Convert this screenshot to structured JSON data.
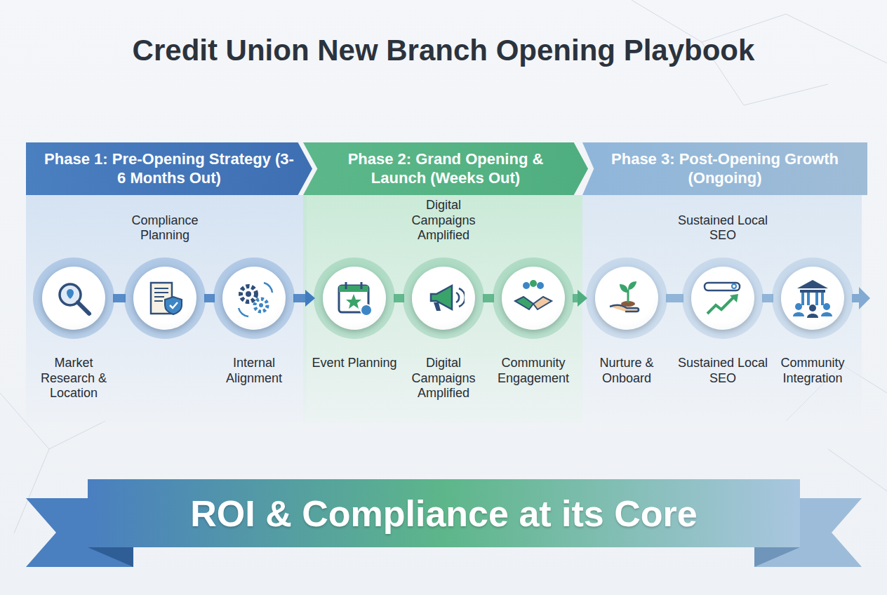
{
  "diagram": {
    "title": "Credit Union New Branch Opening Playbook",
    "nodes": [
      {
        "text": [
          "Phase 1: Pre-Opening Strategy (3-6 Months Out)"
        ]
      },
      {
        "text": [
          "Market Research & Location"
        ],
        "in": 0
      },
      {
        "text": [
          "Compliance Planning"
        ],
        "in": 0
      },
      {
        "text": [
          "Internal Alignment"
        ],
        "in": 0
      },
      {
        "text": [
          "Phase 2: Grand Opening & Launch (Weeks Out)"
        ]
      },
      {
        "text": [
          "Event Planning"
        ],
        "in": 4
      },
      {
        "text": [
          "Digital Campaigns Amplified",
          "Digital Campaigns Amplified"
        ],
        "in": 4
      },
      {
        "text": [
          "Community Engagement"
        ],
        "in": 4
      },
      {
        "text": [
          "Phase 3: Post-Opening Growth (Ongoing)"
        ]
      },
      {
        "text": [
          "Nurture & Onboard"
        ],
        "in": 8
      },
      {
        "text": [
          "Sustained Local SEO",
          "Sustained Local SEO"
        ],
        "in": 8
      },
      {
        "text": [
          "Community Integration"
        ],
        "in": 8
      },
      {
        "text": [
          "ROI & Compliance at its Core"
        ]
      }
    ],
    "edges": [
      {
        "from": 1,
        "to": 2,
        "arrow": "none"
      },
      {
        "from": 2,
        "to": 3,
        "arrow": "none"
      },
      {
        "from": 3,
        "to": 5,
        "arrow": "to"
      },
      {
        "from": 5,
        "to": 6,
        "arrow": "none"
      },
      {
        "from": 6,
        "to": 7,
        "arrow": "none"
      },
      {
        "from": 7,
        "to": 9,
        "arrow": "to"
      },
      {
        "from": 9,
        "to": 10,
        "arrow": "none"
      },
      {
        "from": 10,
        "to": 11,
        "arrow": "none"
      }
    ]
  }
}
